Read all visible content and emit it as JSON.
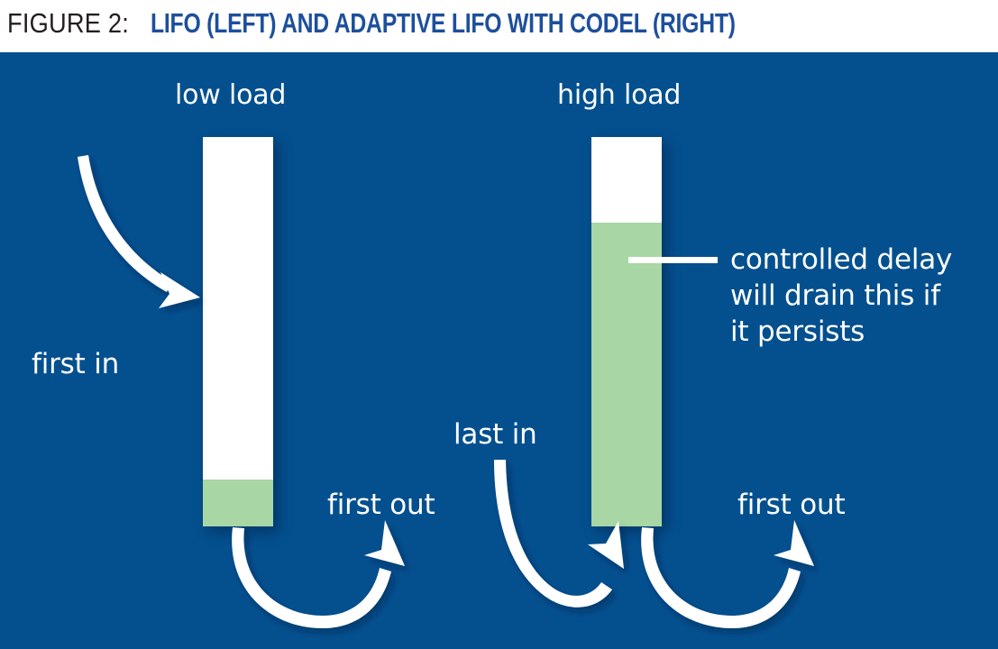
{
  "figure": {
    "caption_prefix": "FIGURE 2:",
    "caption_title": "LIFO (LEFT) AND ADAPTIVE LIFO WITH CODEL (RIGHT)",
    "background_color": "#04508f",
    "queue_empty_color": "#ffffff",
    "queue_fill_color": "#a8d6a5",
    "caption_prefix_color": "#231f20",
    "caption_title_color": "#1d4f9c"
  },
  "diagrams": [
    {
      "id": "low-load",
      "heading": "low load",
      "queue_fill_percent": 12,
      "in_label": "first in",
      "out_label": "first out"
    },
    {
      "id": "high-load",
      "heading": "high load",
      "queue_fill_percent": 78,
      "in_label": "last in",
      "out_label": "first out",
      "annotation_lines": [
        "controlled delay",
        "will drain this if",
        "it persists"
      ]
    }
  ]
}
